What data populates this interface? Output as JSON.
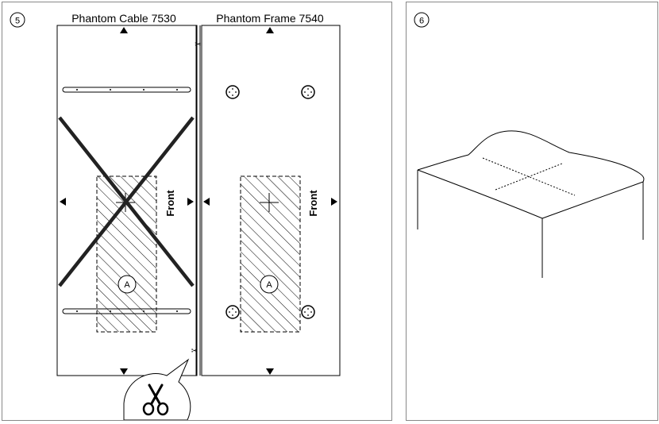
{
  "panel_5": {
    "step_number": "5",
    "cable_title": "Phantom Cable 7530",
    "frame_title": "Phantom Frame 7540",
    "cable_front_label": "Front",
    "frame_front_label": "Front",
    "cable_marker": "A",
    "frame_marker": "A"
  },
  "panel_6": {
    "step_number": "6"
  },
  "icons": [
    "scissors-icon",
    "cut-mark-icon",
    "arrow-up-icon",
    "arrow-down-icon",
    "arrow-left-icon",
    "arrow-right-icon",
    "cross-out-icon"
  ]
}
